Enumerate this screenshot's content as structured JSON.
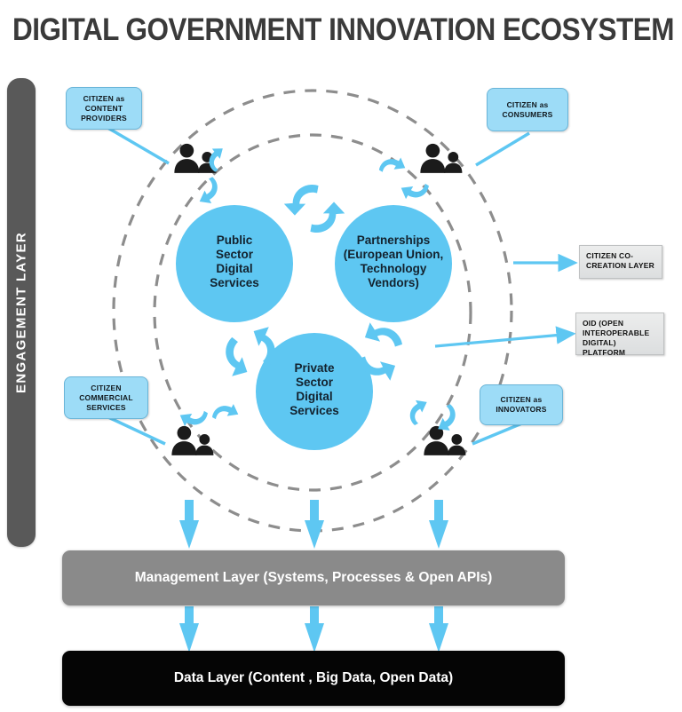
{
  "title": "DIGITAL GOVERNMENT INNOVATION ECOSYSTEM",
  "engagement_layer": {
    "label": "ENGAGEMENT LAYER"
  },
  "circles": [
    {
      "id": "public-sector",
      "label": "Public\nSector\nDigital\nServices",
      "color": "#5ec7f2"
    },
    {
      "id": "partnerships",
      "label": "Partnerships\n(European Union,\nTechnology\nVendors)",
      "color": "#5ec7f2"
    },
    {
      "id": "private-sector",
      "label": "Private\nSector\nDigital\nServices",
      "color": "#5ec7f2"
    }
  ],
  "circle_text": {
    "public_sector": "Public Sector Digital Services",
    "partnerships": "Partnerships (European Union, Technology Vendors)",
    "private_sector": "Private Sector Digital Services"
  },
  "callouts": [
    {
      "id": "citizen-content-providers",
      "text": "CITIZEN as CONTENT PROVIDERS"
    },
    {
      "id": "citizen-consumers",
      "text": "CITIZEN as CONSUMERS"
    },
    {
      "id": "citizen-commercial-services",
      "text": "CITIZEN COMMERCIAL SERVICES"
    },
    {
      "id": "citizen-innovators",
      "text": "CITIZEN as INNOVATORS"
    }
  ],
  "callout_text": {
    "content_providers": "CITIZEN as CONTENT PROVIDERS",
    "consumers": "CITIZEN as CONSUMERS",
    "commercial_services": "CITIZEN COMMERCIAL SERVICES",
    "innovators": "CITIZEN as INNOVATORS"
  },
  "annotations": {
    "co_creation": "CITIZEN CO-CREATION LAYER",
    "oid_platform": "OID (OPEN INTEROPERABLE DIGITAL) PLATFORM"
  },
  "layers": {
    "management": "Management Layer (Systems, Processes & Open APIs)",
    "data": "Data Layer (Content , Big Data, Open Data)"
  },
  "colors": {
    "accent_blue": "#5ec7f2",
    "callout_blue": "#9ddcf7",
    "engagement_gray": "#595959",
    "management_gray": "#8a8a8a",
    "data_black": "#050505",
    "dashed_gray": "#8d8d8d",
    "title_gray": "#3a3a3a"
  },
  "icons": {
    "people": "people-group-icon",
    "cycle": "circular-arrows-icon",
    "up_arrow": "up-arrow-icon",
    "pointer_arrow": "right-arrow-icon"
  }
}
